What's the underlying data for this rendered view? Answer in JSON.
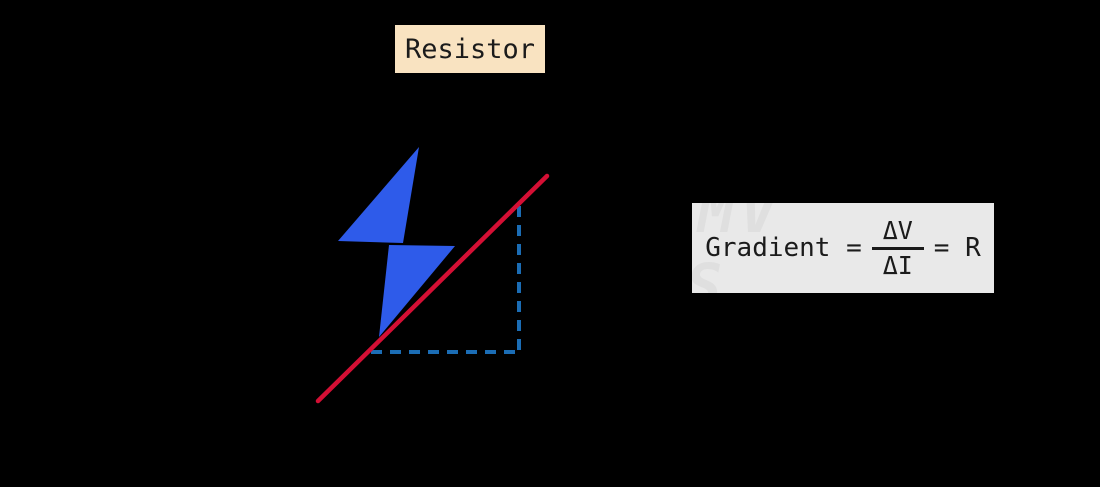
{
  "canvas": {
    "background": "#000000"
  },
  "title_box": {
    "label": "Resistor",
    "fill": "#F9E3C1",
    "text_color": "#1B1B1B"
  },
  "bolt_icon": {
    "name": "lightning-bolt",
    "color": "#2E5BEA"
  },
  "graph": {
    "line_color": "#D40F34",
    "gradient_triangle_dash_color": "#1B6DB5",
    "line_shape": "straight line, positive slope",
    "gradient_triangle": "dashed vertical rise and horizontal run under the line"
  },
  "formula_box": {
    "fill": "#E9E9E9",
    "text_color": "#1B1B1B",
    "prefix": "Gradient =",
    "numerator": "ΔV",
    "denominator": "ΔI",
    "suffix": "= R",
    "watermark_top": "MV",
    "watermark_bottom": "S",
    "watermark_color": "#DFDFDF"
  }
}
